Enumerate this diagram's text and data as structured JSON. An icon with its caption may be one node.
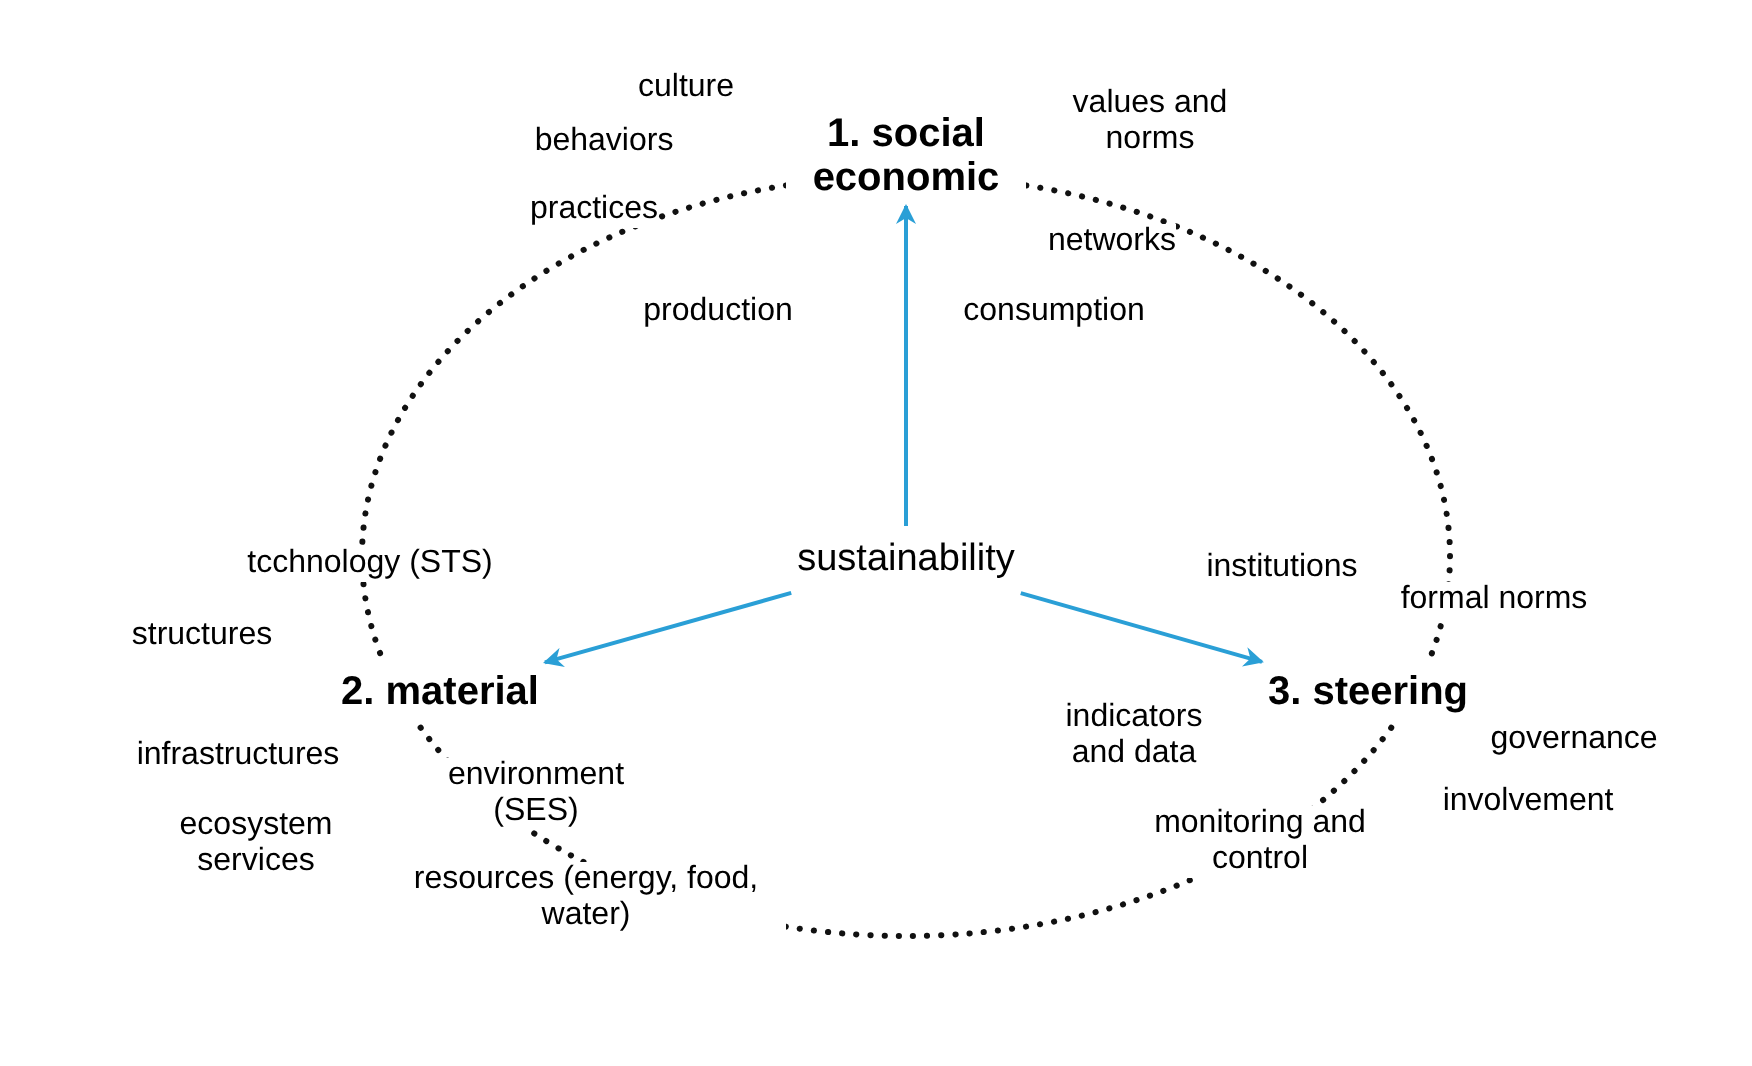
{
  "diagram": {
    "nodes": [
      {
        "text": [
          "sustainability"
        ]
      },
      {
        "text": [
          "1. social economic"
        ]
      },
      {
        "text": [
          "2. material"
        ]
      },
      {
        "text": [
          "3. steering"
        ]
      }
    ],
    "edges": [
      {
        "from": 0,
        "to": 1,
        "arrow": "to",
        "color": "#2a9fd6"
      },
      {
        "from": 0,
        "to": 2,
        "arrow": "to",
        "color": "#2a9fd6"
      },
      {
        "from": 0,
        "to": 3,
        "arrow": "to",
        "color": "#2a9fd6"
      }
    ],
    "labels": [
      "culture",
      "behaviors",
      "values and norms",
      "practices",
      "networks",
      "production",
      "consumption",
      "tcchnology (STS)",
      "institutions",
      "formal norms",
      "structures",
      "infrastructures",
      "indicators and data",
      "governance",
      "environment (SES)",
      "involvement",
      "ecosystem services",
      "monitoring and control",
      "resources (energy, food, water)"
    ]
  }
}
